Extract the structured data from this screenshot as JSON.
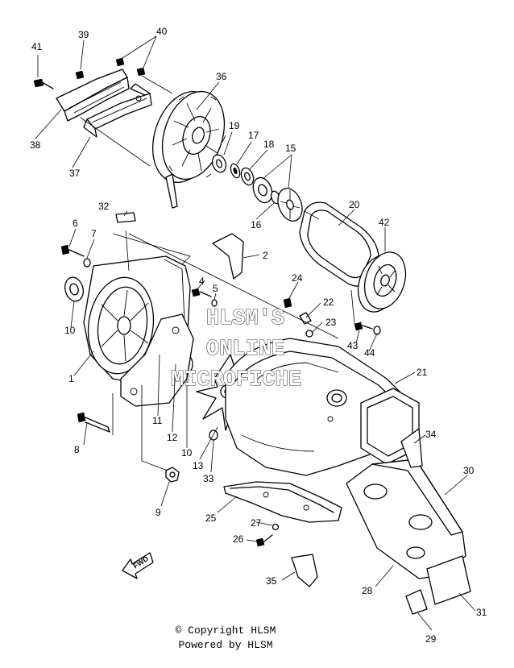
{
  "callouts": [
    "1",
    "2",
    "4",
    "5",
    "6",
    "7",
    "8",
    "9",
    "10",
    "10",
    "11",
    "12",
    "13",
    "14",
    "15",
    "16",
    "17",
    "18",
    "19",
    "20",
    "21",
    "22",
    "23",
    "24",
    "25",
    "26",
    "27",
    "28",
    "29",
    "30",
    "31",
    "32",
    "33",
    "34",
    "35",
    "36",
    "37",
    "38",
    "39",
    "40",
    "41",
    "42",
    "43",
    "44"
  ],
  "watermark": {
    "line1": "HLSM'S",
    "line2": "ONLINE",
    "line3": "MICROFICHE"
  },
  "orientation_label": "FWD",
  "footer": {
    "copyright": "© Copyright HLSM",
    "powered": "Powered by HLSM"
  }
}
